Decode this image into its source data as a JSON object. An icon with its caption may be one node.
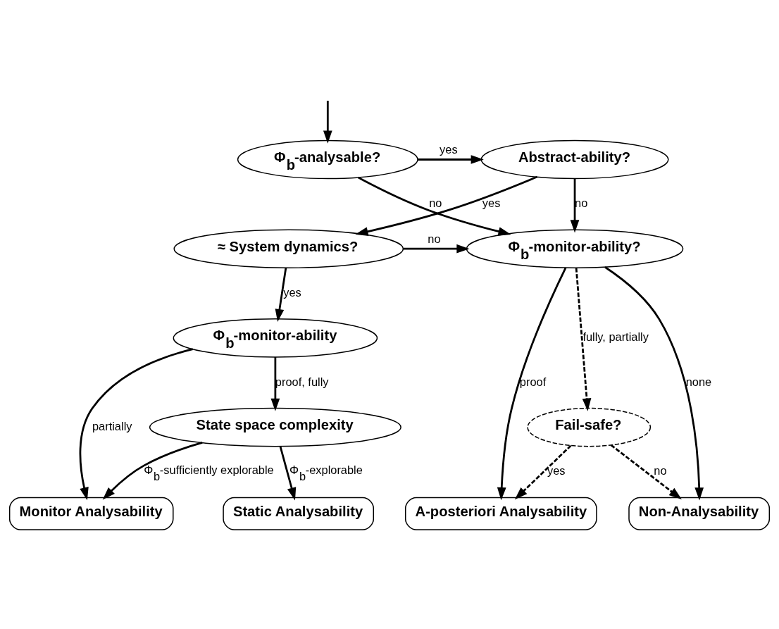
{
  "diagram": {
    "nodes": [
      {
        "text": [
          "Φ$_{b}$-analysable?"
        ]
      },
      {
        "text": [
          "Abstract-ability?"
        ]
      },
      {
        "text": [
          "≈ System dynamics?"
        ]
      },
      {
        "text": [
          "Φ$_{b}$-monitor-ability"
        ]
      },
      {
        "text": [
          "State space complexity"
        ]
      },
      {
        "text": [
          "Φ$_{b}$-monitor-ability?"
        ]
      },
      {
        "text": [
          "Fail-safe?"
        ]
      },
      {
        "text": [
          "Static Analysability"
        ]
      },
      {
        "text": [
          "Monitor Analysability"
        ]
      },
      {
        "text": [
          "A-posteriori Analysability"
        ]
      },
      {
        "text": [
          "Non-Analysability"
        ]
      }
    ],
    "edges": [
      {
        "from": null,
        "to": 0,
        "arrow": "to"
      },
      {
        "from": 0,
        "to": 1,
        "arrow": "to",
        "label": "yes"
      },
      {
        "from": 0,
        "to": 5,
        "arrow": "to",
        "label": "no"
      },
      {
        "from": 1,
        "to": 2,
        "arrow": "to",
        "label": "yes"
      },
      {
        "from": 1,
        "to": 5,
        "arrow": "to",
        "label": "no"
      },
      {
        "from": 2,
        "to": 5,
        "arrow": "to",
        "label": "no"
      },
      {
        "from": 2,
        "to": 3,
        "arrow": "to",
        "label": "yes"
      },
      {
        "from": 3,
        "to": 4,
        "arrow": "to",
        "label": "proof, fully"
      },
      {
        "from": 3,
        "to": 8,
        "arrow": "to",
        "label": "partially"
      },
      {
        "from": 4,
        "to": 7,
        "arrow": "to",
        "label": "Φ$_{b}$-explorable"
      },
      {
        "from": 4,
        "to": 8,
        "arrow": "to",
        "label": "Φ$_{b}$-sufficiently explorable"
      },
      {
        "from": 5,
        "to": 9,
        "arrow": "to",
        "label": "proof"
      },
      {
        "from": 5,
        "to": 6,
        "arrow": "to",
        "label": "fully, partially",
        "style": "dashed"
      },
      {
        "from": 5,
        "to": 10,
        "arrow": "to",
        "label": "none"
      },
      {
        "from": 6,
        "to": 9,
        "arrow": "to",
        "label": "yes",
        "style": "dashed"
      },
      {
        "from": 6,
        "to": 10,
        "arrow": "to",
        "label": "no",
        "style": "dashed"
      }
    ]
  }
}
